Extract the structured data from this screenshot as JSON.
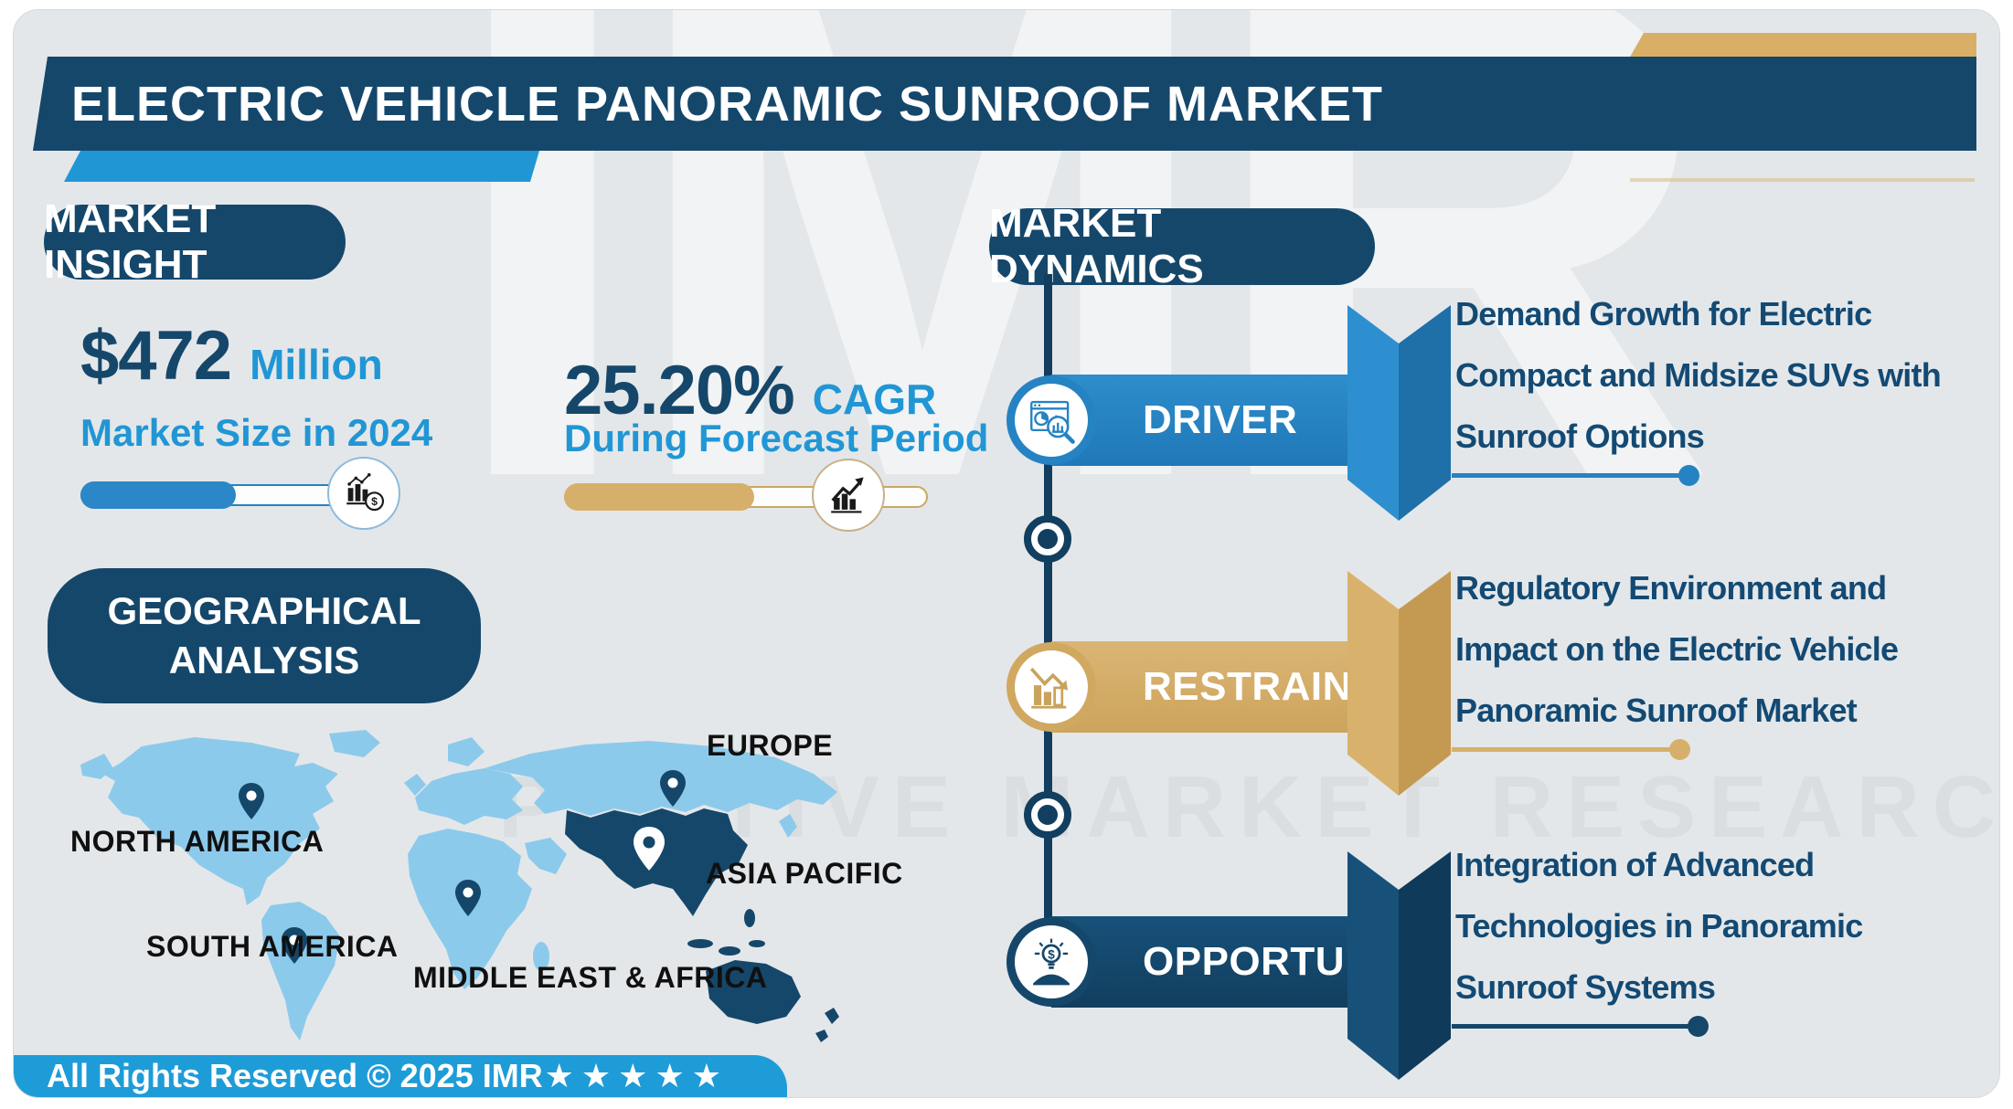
{
  "header": {
    "title": "ELECTRIC VEHICLE PANORAMIC SUNROOF MARKET"
  },
  "watermark": {
    "logo": "IMR",
    "tagline": "PECTIVE MARKET RESEARCH"
  },
  "market_insight": {
    "badge": "MARKET INSIGHT",
    "market_size": {
      "value": "$472",
      "unit": "Million",
      "caption": "Market Size in 2024",
      "progress_pct": 50
    },
    "cagr": {
      "value": "25.20%",
      "unit": "CAGR",
      "caption": "During Forecast Period",
      "progress_pct": 52
    }
  },
  "geography": {
    "badge_line1": "GEOGRAPHICAL",
    "badge_line2": "ANALYSIS",
    "regions": [
      "NORTH AMERICA",
      "SOUTH AMERICA",
      "EUROPE",
      "ASIA PACIFIC",
      "MIDDLE EAST & AFRICA"
    ]
  },
  "market_dynamics": {
    "badge": "MARKET DYNAMICS",
    "items": [
      {
        "label": "DRIVER",
        "color": "#2583c3",
        "lines": [
          "Demand Growth for Electric",
          "Compact and Midsize SUVs with",
          "Sunroof Options"
        ]
      },
      {
        "label": "RESTRAINT",
        "color": "#d6b06a",
        "lines": [
          "Regulatory Environment and",
          "Impact on the Electric Vehicle",
          "Panoramic Sunroof Market"
        ]
      },
      {
        "label": "OPPORTUNITY",
        "color": "#15476b",
        "lines": [
          "Integration of Advanced",
          "Technologies in Panoramic",
          "Sunroof Systems"
        ]
      }
    ]
  },
  "footer": {
    "copyright": "All Rights Reserved © 2025 IMR",
    "rating": "★★★★★"
  },
  "colors": {
    "navy": "#15476b",
    "blue": "#2583c3",
    "light_blue": "#1e9cd8",
    "gold": "#d6b06a",
    "background": "#e4e7e9"
  }
}
